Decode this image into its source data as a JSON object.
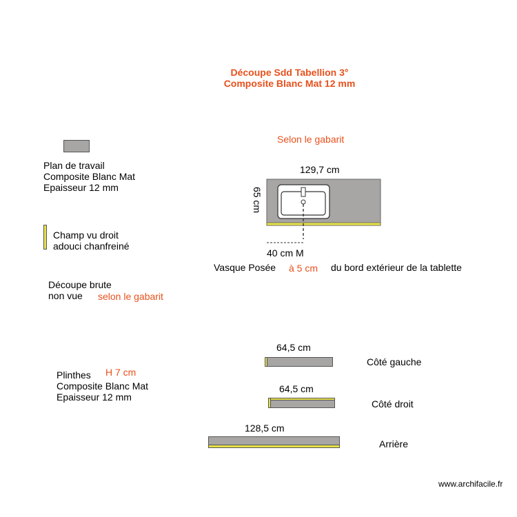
{
  "title": {
    "line1": "Découpe Sdd Tabellion 3°",
    "line2": "Composite Blanc Mat 12 mm"
  },
  "legend": {
    "plan": {
      "line1": "Plan de travail",
      "line2": "Composite Blanc Mat",
      "line3": "Epaisseur 12 mm"
    },
    "champ": {
      "line1": "Champ vu droit",
      "line2": "adouci chanfreiné"
    },
    "decoupe": {
      "line1": "Découpe brute",
      "line2": "non vue",
      "note": "selon le gabarit"
    },
    "plinthes": {
      "line1": "Plinthes",
      "line2": "Composite Blanc Mat",
      "line3": "Epaisseur 12 mm",
      "height_note": "H 7 cm"
    }
  },
  "worktop": {
    "gabarit_note": "Selon le gabarit",
    "width_label": "129,7 cm",
    "depth_label": "65 cm",
    "offset_label": "40 cm M",
    "vasque": {
      "prefix": "Vasque Posée",
      "distance": "à 5 cm",
      "suffix": "du bord extérieur de la tablette"
    }
  },
  "plinths": [
    {
      "length_label": "64,5 cm",
      "name": "Côté gauche"
    },
    {
      "length_label": "64,5 cm",
      "name": "Côté droit"
    },
    {
      "length_label": "128,5 cm",
      "name": "Arrière"
    }
  ],
  "footer": {
    "watermark": "www.archifacile.fr"
  },
  "colors": {
    "accent": "#e8501c",
    "panel": "#a8a5a5",
    "edge": "#e6e14a"
  }
}
